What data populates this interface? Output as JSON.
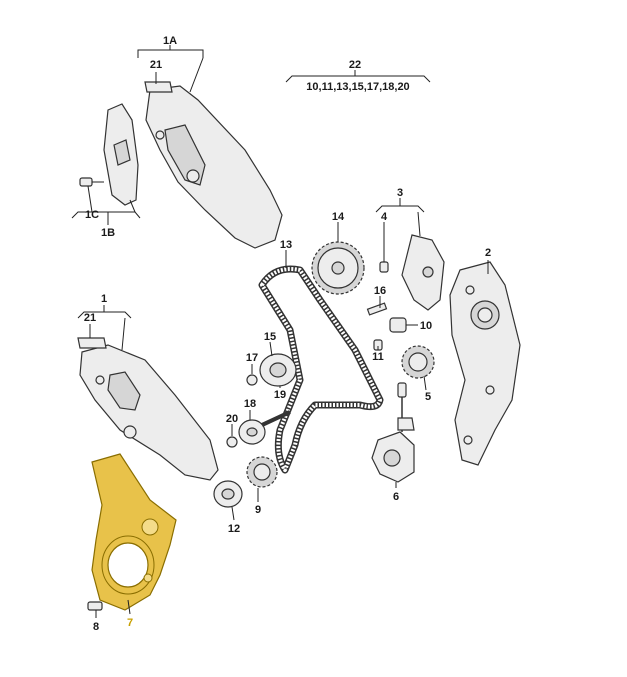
{
  "colors": {
    "line": "#333333",
    "part_fill": "#ededed",
    "highlight_fill": "#e8c24a",
    "highlight_label": "#c8a000"
  },
  "callouts": {
    "c1A": "1A",
    "c21_top": "21",
    "c1C": "1C",
    "c1B": "1B",
    "c22": "22",
    "c22_list": "10,11,13,15,17,18,20",
    "c3": "3",
    "c4": "4",
    "c14": "14",
    "c13": "13",
    "c2": "2",
    "c1": "1",
    "c21_mid": "21",
    "c16": "16",
    "c10": "10",
    "c15": "15",
    "c11": "11",
    "c17": "17",
    "c19": "19",
    "c18": "18",
    "c5": "5",
    "c20": "20",
    "c9": "9",
    "c12": "12",
    "c6": "6",
    "c8": "8",
    "c7": "7"
  }
}
